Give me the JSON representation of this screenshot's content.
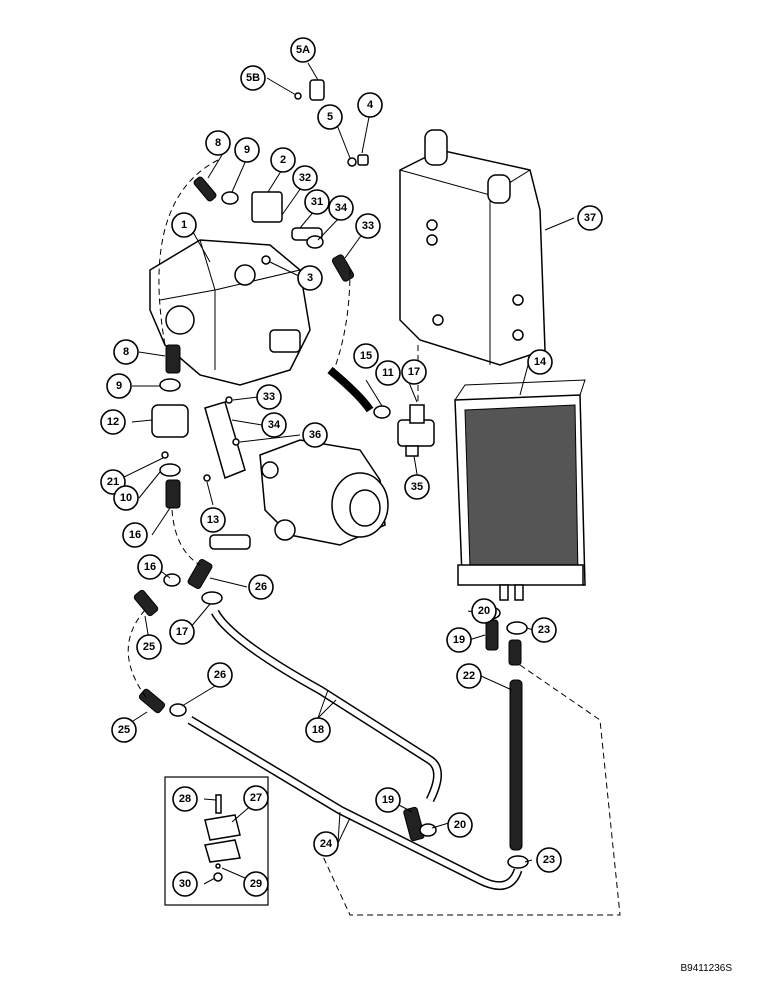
{
  "drawing": {
    "code": "B9411236S",
    "callouts": [
      "5A",
      "5B",
      "5",
      "4",
      "8",
      "9",
      "2",
      "32",
      "31",
      "34",
      "33",
      "37",
      "1",
      "3",
      "8",
      "9",
      "12",
      "33",
      "34",
      "36",
      "21",
      "10",
      "13",
      "15",
      "11",
      "17",
      "14",
      "35",
      "16",
      "26",
      "16",
      "25",
      "17",
      "20",
      "23",
      "19",
      "22",
      "26",
      "25",
      "18",
      "28",
      "27",
      "19",
      "20",
      "24",
      "23",
      "30",
      "29"
    ]
  }
}
